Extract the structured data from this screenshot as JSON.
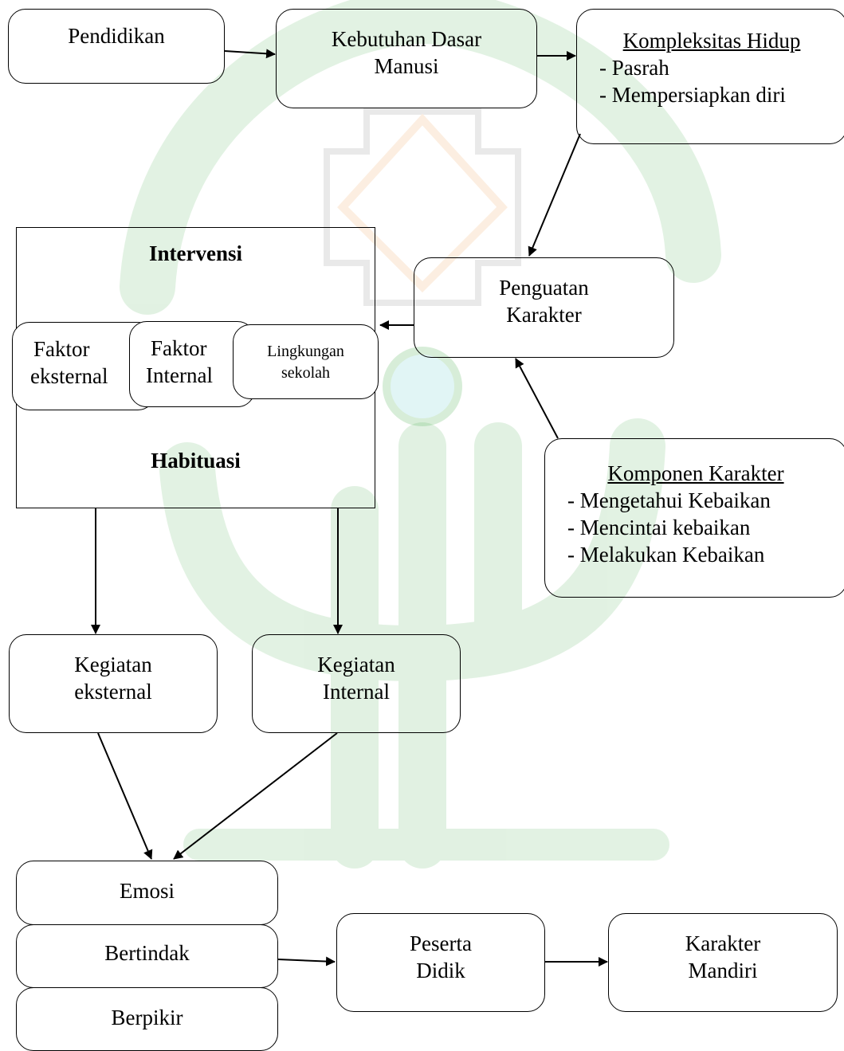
{
  "colors": {
    "watermark_green": "#4caf50",
    "watermark_orange": "#f3b37a",
    "watermark_teal": "#7ad6d6",
    "stroke": "#000000"
  },
  "nodes": {
    "pendidikan": "Pendidikan",
    "kebutuhan": [
      "Kebutuhan Dasar",
      "Manusi"
    ],
    "kompleksitas": {
      "title": "Kompleksitas Hidup",
      "items": [
        "- Pasrah",
        "- Mempersiapkan diri"
      ]
    },
    "intervensi": "Intervensi",
    "habituasi": "Habituasi",
    "faktor_eksternal": [
      "Faktor",
      "eksternal"
    ],
    "faktor_internal": [
      "Faktor",
      "Internal"
    ],
    "lingkungan": [
      "Lingkungan",
      "sekolah"
    ],
    "penguatan": [
      "Penguatan",
      "Karakter"
    ],
    "komponen": {
      "title": "Komponen Karakter",
      "items": [
        "- Mengetahui Kebaikan",
        "- Mencintai kebaikan",
        "- Melakukan Kebaikan"
      ]
    },
    "kegiatan_eksternal": [
      "Kegiatan",
      "eksternal"
    ],
    "kegiatan_internal": [
      "Kegiatan",
      "Internal"
    ],
    "emosi": "Emosi",
    "bertindak": "Bertindak",
    "berpikir": "Berpikir",
    "peserta": [
      "Peserta",
      "Didik"
    ],
    "karakter_mandiri": [
      "Karakter",
      "Mandiri"
    ]
  },
  "edges": [
    {
      "from": "pendidikan",
      "to": "kebutuhan"
    },
    {
      "from": "kebutuhan",
      "to": "kompleksitas"
    },
    {
      "from": "kompleksitas",
      "to": "penguatan"
    },
    {
      "from": "penguatan",
      "to": "intervensi"
    },
    {
      "from": "komponen",
      "to": "penguatan"
    },
    {
      "from": "intervensi",
      "to": "kegiatan_eksternal"
    },
    {
      "from": "intervensi",
      "to": "kegiatan_internal"
    },
    {
      "from": "kegiatan_eksternal",
      "to": "emosi"
    },
    {
      "from": "kegiatan_internal",
      "to": "emosi"
    },
    {
      "from": "bertindak",
      "to": "peserta"
    },
    {
      "from": "peserta",
      "to": "karakter_mandiri"
    }
  ]
}
